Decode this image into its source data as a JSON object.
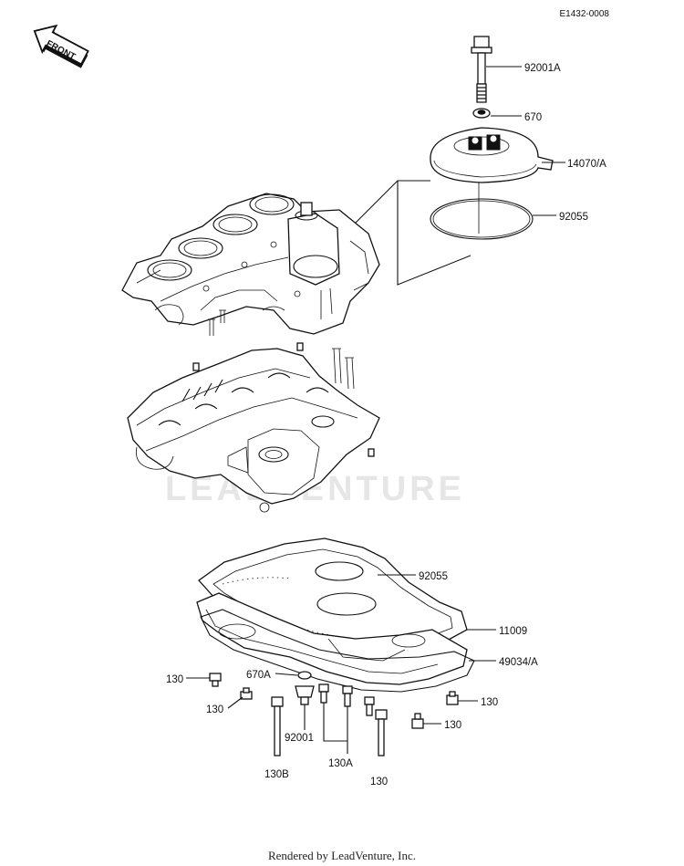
{
  "diagram": {
    "ref_code": "E1432-0008",
    "front_arrow_text": "FRONT",
    "watermark": "LEADVENTURE",
    "footer": "Rendered by LeadVenture, Inc."
  },
  "callouts": {
    "bolt_top": "92001A",
    "washer_top": "670",
    "cover": "14070/A",
    "oring": "92055",
    "pan_gasket": "92055",
    "oil_pan": "11009",
    "pan_gasket_lower": "49034/A",
    "bolt_left_1": "130",
    "bolt_left_2": "130",
    "washer_drain": "670A",
    "drain_plug": "92001",
    "bolt_long": "130B",
    "bolts_group": "130A",
    "bolt_bottom": "130",
    "bolt_right_1": "130",
    "bolt_right_2": "130"
  }
}
